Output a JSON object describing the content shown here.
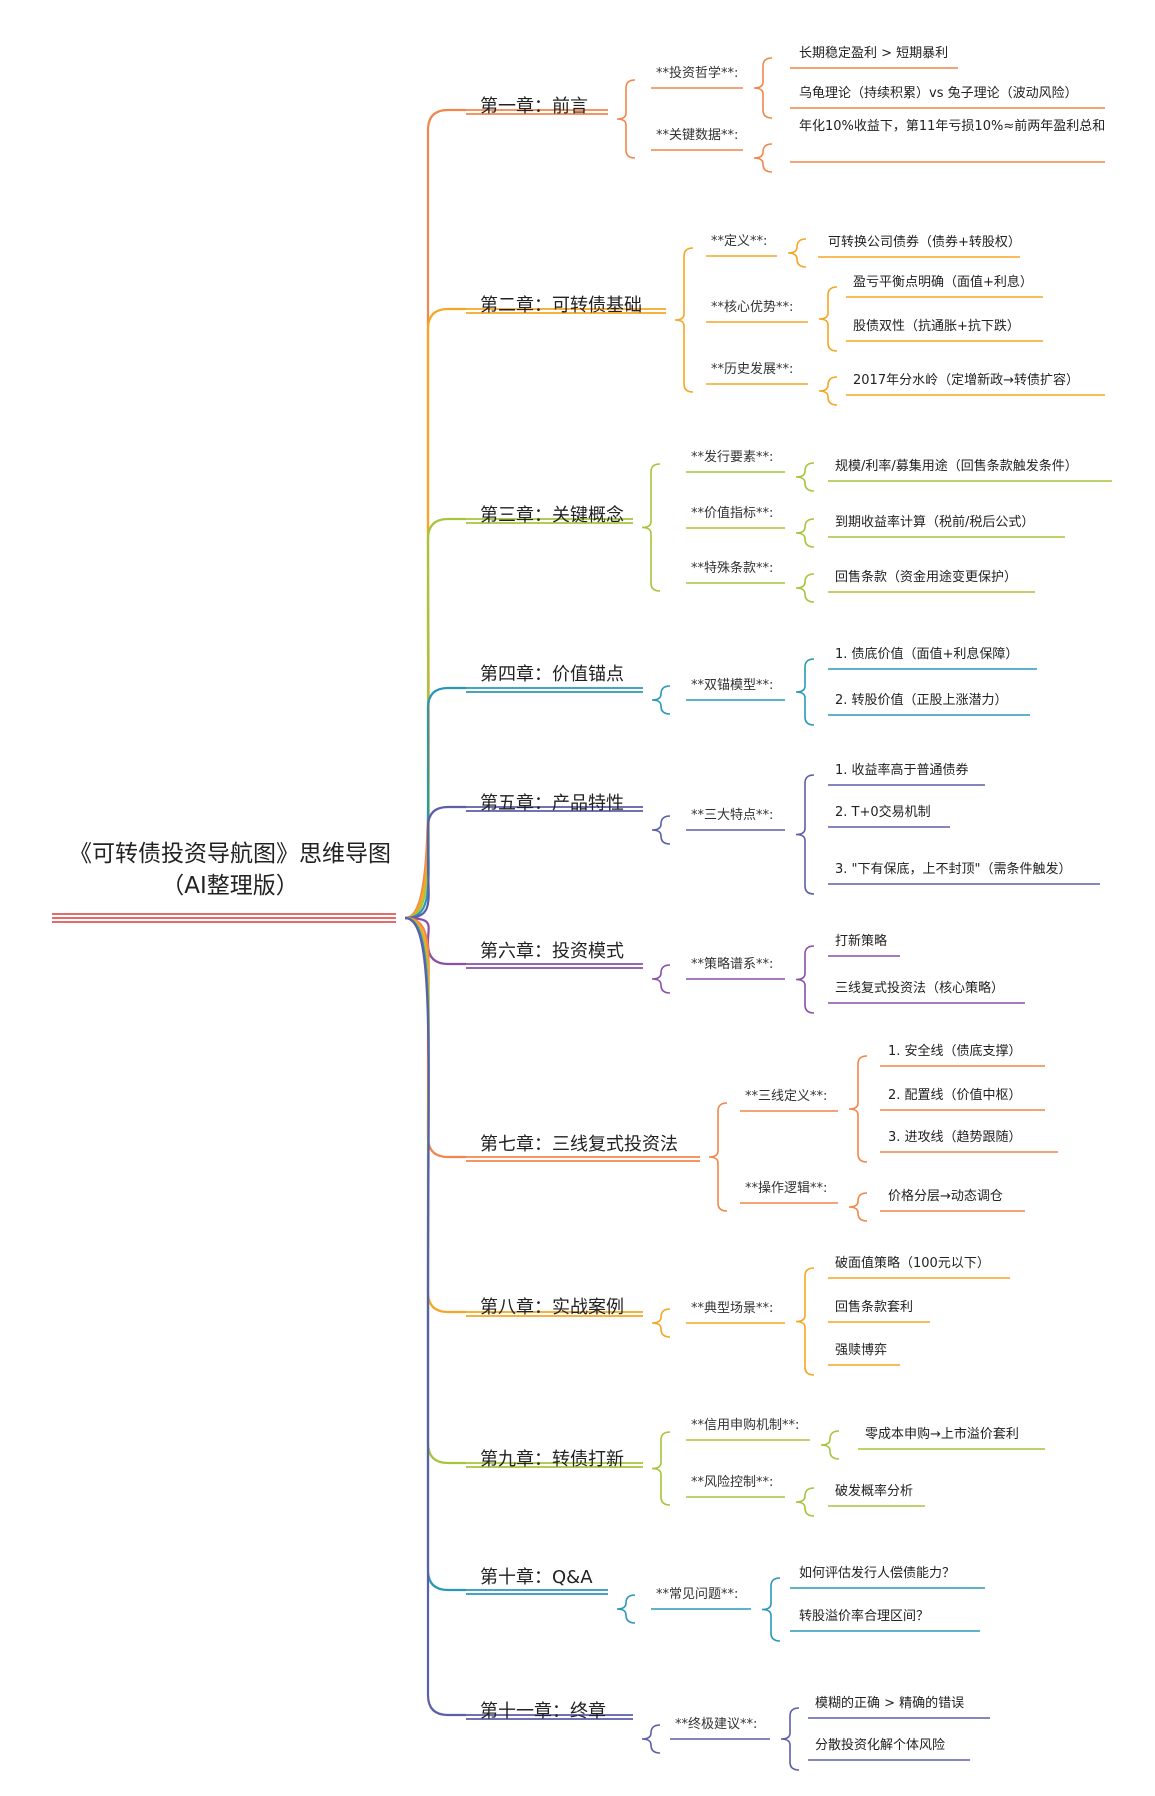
{
  "title": "《可转债投资导航图》思维导图（AI整理版）",
  "colors": {
    "orange": "#f2864b",
    "amber": "#f5a623",
    "lime": "#a6c43c",
    "teal": "#2b97b8",
    "indigo": "#5b5fa8",
    "purple": "#8a4fa8",
    "violet": "#7469b6",
    "root_line": "#e56b6b"
  },
  "chapters": [
    {
      "title": "第一章：前言",
      "color": "#f2864b",
      "categories": [
        {
          "label": "**投资哲学**:",
          "leaves": [
            "长期稳定盈利 > 短期暴利",
            "乌龟理论（持续积累）vs 兔子理论（波动风险）"
          ]
        },
        {
          "label": "**关键数据**:",
          "leaves": [
            "年化10%收益下，第11年亏损10%≈前两年盈利总和"
          ]
        }
      ]
    },
    {
      "title": "第二章：可转债基础",
      "color": "#f5a623",
      "categories": [
        {
          "label": "**定义**:",
          "leaves": [
            "可转换公司债券（债券+转股权）"
          ]
        },
        {
          "label": "**核心优势**:",
          "leaves": [
            "盈亏平衡点明确（面值+利息）",
            "股债双性（抗通胀+抗下跌）"
          ]
        },
        {
          "label": "**历史发展**:",
          "leaves": [
            "2017年分水岭（定增新政→转债扩容）"
          ]
        }
      ]
    },
    {
      "title": "第三章：关键概念",
      "color": "#a6c43c",
      "categories": [
        {
          "label": "**发行要素**:",
          "leaves": [
            "规模/利率/募集用途（回售条款触发条件）"
          ]
        },
        {
          "label": "**价值指标**:",
          "leaves": [
            "到期收益率计算（税前/税后公式）"
          ]
        },
        {
          "label": "**特殊条款**:",
          "leaves": [
            "回售条款（资金用途变更保护）"
          ]
        }
      ]
    },
    {
      "title": "第四章：价值锚点",
      "color": "#2b97b8",
      "categories": [
        {
          "label": "**双锚模型**:",
          "leaves": [
            "1. 债底价值（面值+利息保障）",
            "2. 转股价值（正股上涨潜力）"
          ]
        }
      ]
    },
    {
      "title": "第五章：产品特性",
      "color": "#5b5fa8",
      "categories": [
        {
          "label": "**三大特点**:",
          "leaves": [
            "1. 收益率高于普通债券",
            "2. T+0交易机制",
            "3. \"下有保底，上不封顶\"（需条件触发）"
          ]
        }
      ]
    },
    {
      "title": "第六章：投资模式",
      "color": "#8a4fa8",
      "categories": [
        {
          "label": "**策略谱系**:",
          "leaves": [
            "打新策略",
            "三线复式投资法（核心策略）"
          ]
        }
      ]
    },
    {
      "title": "第七章：三线复式投资法",
      "color": "#f2864b",
      "categories": [
        {
          "label": "**三线定义**:",
          "leaves": [
            "1. 安全线（债底支撑）",
            "2. 配置线（价值中枢）",
            "3. 进攻线（趋势跟随）"
          ]
        },
        {
          "label": "**操作逻辑**:",
          "leaves": [
            "价格分层→动态调仓"
          ]
        }
      ]
    },
    {
      "title": "第八章：实战案例",
      "color": "#f5a623",
      "categories": [
        {
          "label": "**典型场景**:",
          "leaves": [
            "破面值策略（100元以下）",
            "回售条款套利",
            "强赎博弈"
          ]
        }
      ]
    },
    {
      "title": "第九章：转债打新",
      "color": "#a6c43c",
      "categories": [
        {
          "label": "**信用申购机制**:",
          "leaves": [
            "零成本申购→上市溢价套利"
          ]
        },
        {
          "label": "**风险控制**:",
          "leaves": [
            "破发概率分析"
          ]
        }
      ]
    },
    {
      "title": "第十章：Q&A",
      "color": "#2b97b8",
      "categories": [
        {
          "label": "**常见问题**:",
          "leaves": [
            "如何评估发行人偿债能力？",
            "转股溢价率合理区间？"
          ]
        }
      ]
    },
    {
      "title": "第十一章：终章",
      "color": "#5b5fa8",
      "categories": [
        {
          "label": "**终极建议**:",
          "leaves": [
            "模糊的正确 > 精确的错误",
            "分散投资化解个体风险"
          ]
        }
      ]
    }
  ]
}
